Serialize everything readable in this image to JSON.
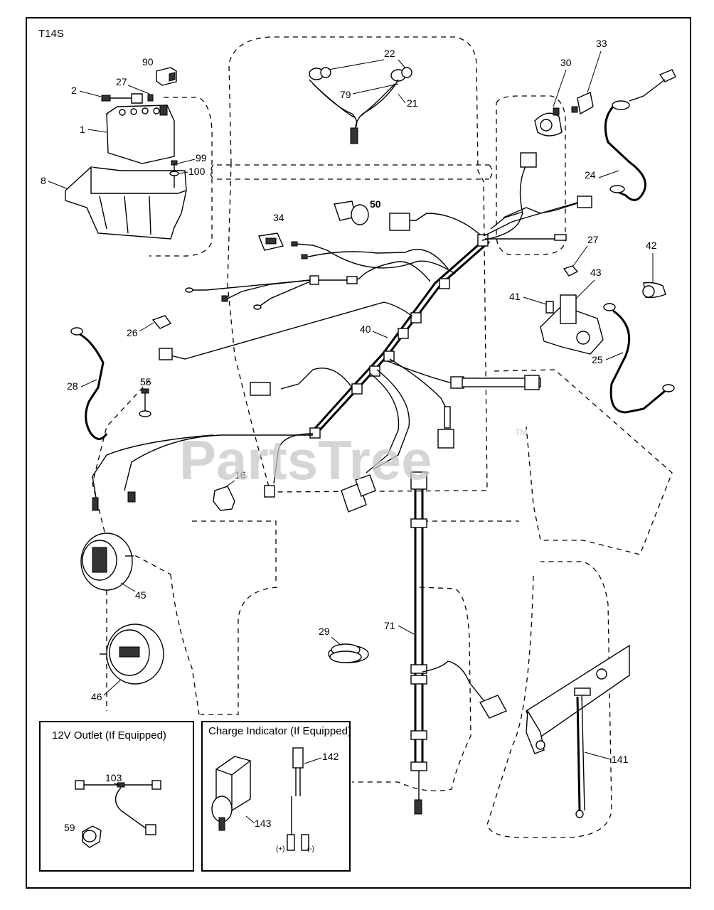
{
  "sheet_code": "T14S",
  "watermark": {
    "text": "PartsTree",
    "mark": "TM"
  },
  "callouts": {
    "c1": "1",
    "c2": "2",
    "c8": "8",
    "c16": "16",
    "c21": "21",
    "c22": "22",
    "c24": "24",
    "c25": "25",
    "c26": "26",
    "c27a": "27",
    "c27b": "27",
    "c28": "28",
    "c29": "29",
    "c30": "30",
    "c33": "33",
    "c34": "34",
    "c40": "40",
    "c41": "41",
    "c42": "42",
    "c43": "43",
    "c45": "45",
    "c46": "46",
    "c50": "50",
    "c55": "55",
    "c59": "59",
    "c71": "71",
    "c79": "79",
    "c90": "90",
    "c99": "99",
    "c100": "100",
    "c103": "103",
    "c141": "141",
    "c142": "142",
    "c143": "143"
  },
  "panels": {
    "outlet": {
      "title": "12V Outlet (If Equipped)"
    },
    "charge": {
      "title": "Charge Indicator (If Equipped)",
      "plus": "(+)",
      "minus": "(-)"
    }
  }
}
